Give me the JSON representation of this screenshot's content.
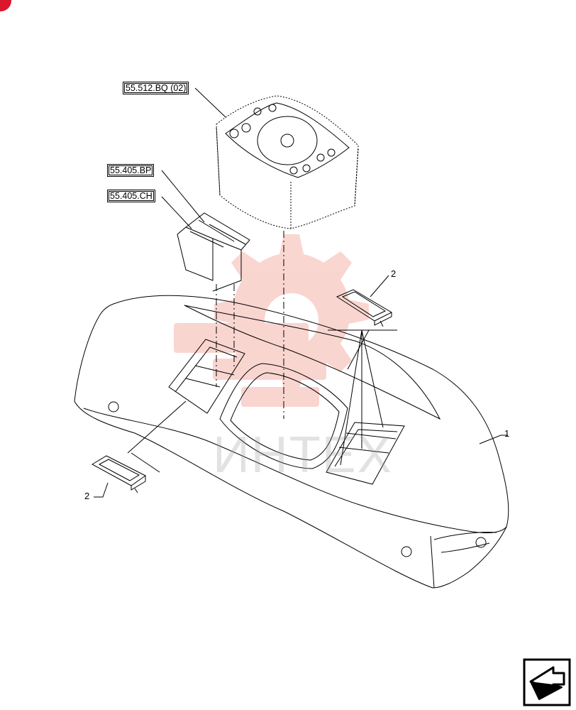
{
  "references": {
    "cluster": "55.512.BQ (02)",
    "switch_upper": "55.405.BP",
    "switch_lower": "55.405.CH"
  },
  "callouts": {
    "console": "1",
    "blank_plug_right": "2",
    "blank_plug_left": "2"
  },
  "watermark": {
    "text": "ИНТЕХ",
    "color": "#e8442c"
  },
  "navigation": {
    "icon": "arrow-next-icon"
  },
  "colors": {
    "badge": "#d9182d",
    "lines": "#000000"
  }
}
